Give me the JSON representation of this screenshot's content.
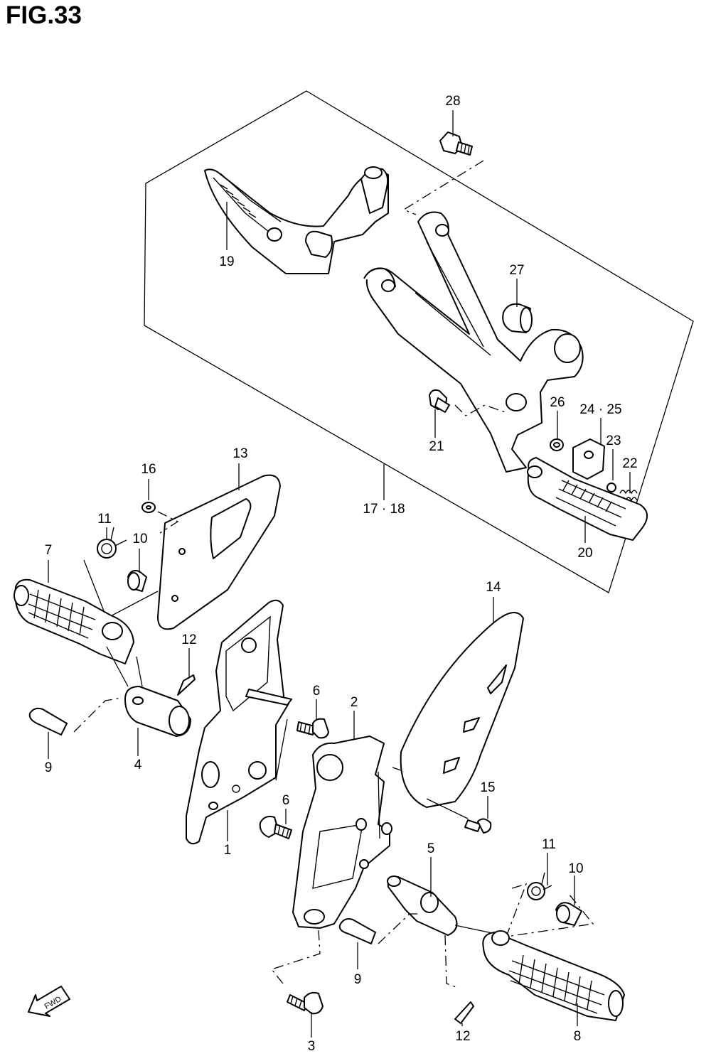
{
  "figure": {
    "title": "FIG.33",
    "fwd_label": "FWD"
  },
  "callouts": {
    "p1": "1",
    "p2": "2",
    "p3": "3",
    "p4": "4",
    "p5": "5",
    "p6a": "6",
    "p6b": "6",
    "p7": "7",
    "p8": "8",
    "p9a": "9",
    "p9b": "9",
    "p10a": "10",
    "p10b": "10",
    "p11a": "11",
    "p11b": "11",
    "p12a": "12",
    "p12b": "12",
    "p13": "13",
    "p14": "14",
    "p15": "15",
    "p16": "16",
    "p17_18": "17 · 18",
    "p19": "19",
    "p20": "20",
    "p21": "21",
    "p22": "22",
    "p23": "23",
    "p24_25": "24 · 25",
    "p26": "26",
    "p27": "27",
    "p28": "28"
  }
}
